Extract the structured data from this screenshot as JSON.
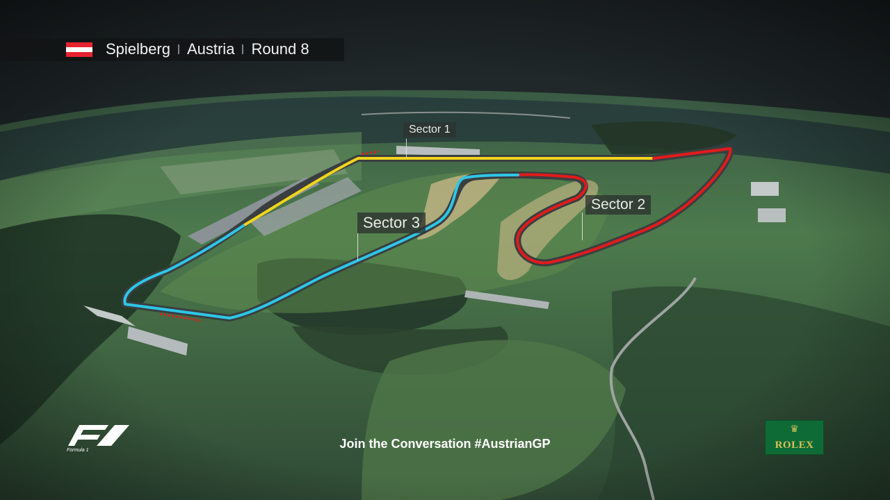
{
  "header": {
    "flag": {
      "name": "austria-flag",
      "colors": [
        "#e8222f",
        "#ffffff",
        "#e8222f"
      ]
    },
    "location": "Spielberg",
    "country": "Austria",
    "round": "Round 8"
  },
  "sectors": [
    {
      "id": "sector-1",
      "label": "Sector 1",
      "color": "#f2d51c"
    },
    {
      "id": "sector-2",
      "label": "Sector 2",
      "color": "#e21b1b"
    },
    {
      "id": "sector-3",
      "label": "Sector 3",
      "color": "#2dc7e8"
    }
  ],
  "footer": {
    "message": "Join the Conversation #AustrianGP",
    "f1_logo": {
      "icon": "f1-logo",
      "wordmark": "Formula 1"
    },
    "sponsor": {
      "icon": "rolex-crown-icon",
      "name": "ROLEX"
    }
  }
}
